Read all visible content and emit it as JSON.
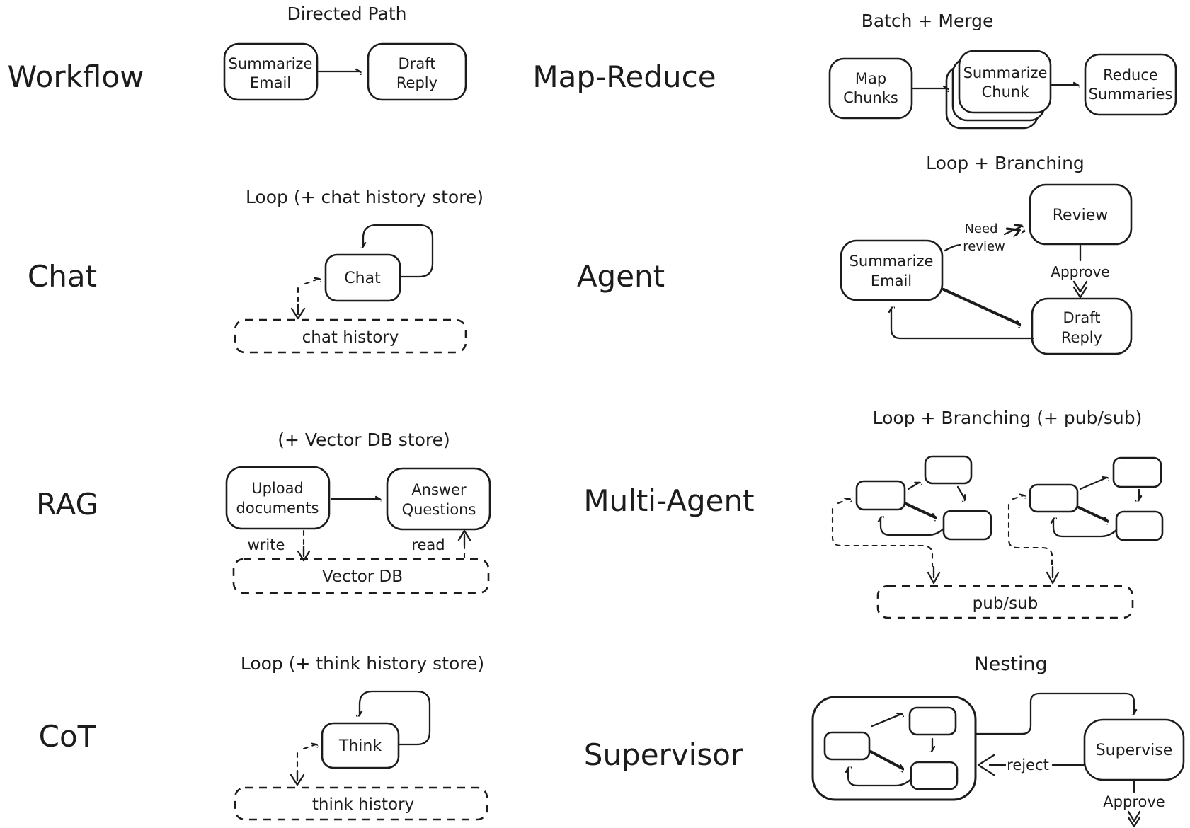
{
  "canvas": {
    "ink": "#1c1c1c",
    "background": "#ffffff"
  },
  "sections": {
    "workflow": {
      "label": "Workflow",
      "title": "Directed Path",
      "nodes": {
        "summarize_email": [
          "Summarize",
          "Email"
        ],
        "draft_reply": [
          "Draft",
          "Reply"
        ]
      }
    },
    "map_reduce": {
      "label": "Map-Reduce",
      "title": "Batch + Merge",
      "nodes": {
        "map_chunks": [
          "Map",
          "Chunks"
        ],
        "summarize_chunk": [
          "Summarize",
          "Chunk"
        ],
        "reduce_summaries": [
          "Reduce",
          "Summaries"
        ]
      }
    },
    "chat": {
      "label": "Chat",
      "title": "Loop (+ chat history store)",
      "nodes": {
        "chat": "Chat"
      },
      "store": "chat history"
    },
    "agent": {
      "label": "Agent",
      "title": "Loop + Branching",
      "nodes": {
        "summarize_email": [
          "Summarize",
          "Email"
        ],
        "review": "Review",
        "draft_reply": [
          "Draft",
          "Reply"
        ]
      },
      "edge_labels": {
        "need_review": [
          "Need",
          "review"
        ],
        "approve": "Approve"
      }
    },
    "rag": {
      "label": "RAG",
      "title": "(+ Vector DB store)",
      "nodes": {
        "upload_documents": [
          "Upload",
          "documents"
        ],
        "answer_questions": [
          "Answer",
          "Questions"
        ]
      },
      "store": "Vector DB",
      "edge_labels": {
        "write": "write",
        "read": "read"
      }
    },
    "multi_agent": {
      "label": "Multi-Agent",
      "title": "Loop + Branching (+ pub/sub)",
      "store": "pub/sub"
    },
    "cot": {
      "label": "CoT",
      "title": "Loop (+ think history store)",
      "nodes": {
        "think": "Think"
      },
      "store": "think history"
    },
    "supervisor": {
      "label": "Supervisor",
      "title": "Nesting",
      "nodes": {
        "supervise": "Supervise"
      },
      "edge_labels": {
        "reject": "reject",
        "approve": "Approve"
      }
    }
  }
}
